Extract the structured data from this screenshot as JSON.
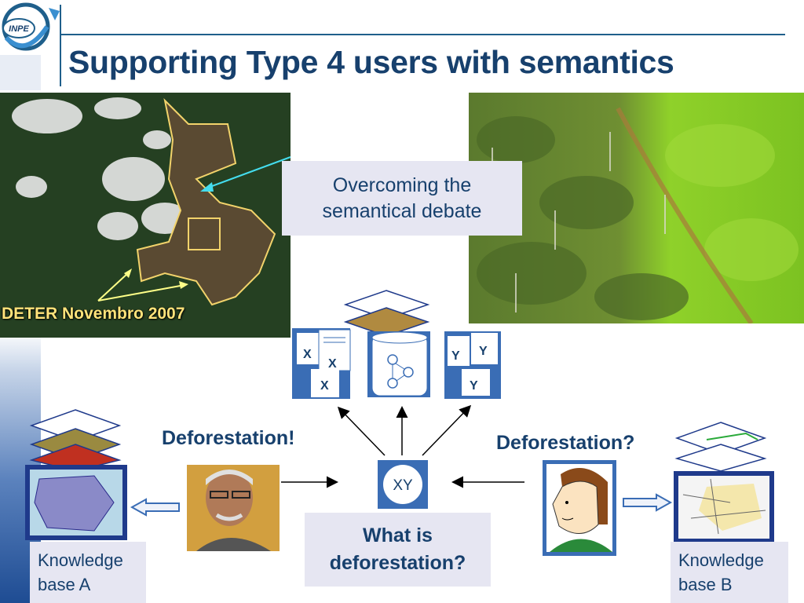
{
  "slide": {
    "title": "Supporting Type 4 users with semantics",
    "logo_text": "INPE",
    "satellite_caption": "DETER Novembro 2007",
    "debate_line1": "Overcoming the",
    "debate_line2": "semantical debate",
    "deforestation_exclaim": "Deforestation!",
    "deforestation_question": "Deforestation?",
    "question_line1": "What is",
    "question_line2": "deforestation?",
    "kb_a_line1": "Knowledge",
    "kb_a_line2": "base A",
    "kb_b_line1": "Knowledge",
    "kb_b_line2": "base B",
    "doc_x_letter": "X",
    "doc_y_letter": "Y",
    "xy_icon_text": "XY"
  },
  "colors": {
    "title": "#17406d",
    "rule": "#1f5f8b",
    "box_bg": "#e6e6f2",
    "caption": "#ffe37a",
    "doc_blue": "#3a6db5"
  }
}
